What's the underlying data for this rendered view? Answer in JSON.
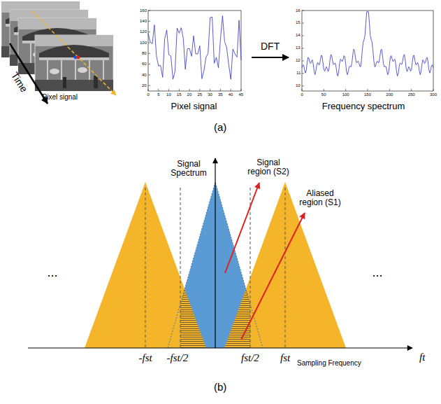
{
  "diagram": {
    "nodes": [
      {
        "text": [
          "Pixel signal"
        ]
      },
      {
        "text": [
          "Frequency spectrum"
        ]
      }
    ],
    "edges": [
      {
        "from": 0,
        "to": 1,
        "arrow": "to",
        "label": "DFT"
      }
    ],
    "labels": [
      "Time",
      "Pixel signal",
      "160",
      "140",
      "120",
      "100",
      "80",
      "60",
      "40",
      "20",
      "0",
      "5",
      "10",
      "15",
      "20",
      "25",
      "30",
      "35",
      "40",
      "45",
      "16",
      "15",
      "14",
      "13",
      "12",
      "11",
      "10",
      "0",
      "50",
      "100",
      "150",
      "200",
      "250",
      "300",
      "(a)",
      "...",
      "...",
      "Signal Spectrum",
      "Signal region (S2)",
      "Aliased region (S1)",
      "-fst",
      "-fst/2",
      "fst/2",
      "fst",
      "Sampling Frequency",
      "ft",
      "(b)"
    ]
  }
}
